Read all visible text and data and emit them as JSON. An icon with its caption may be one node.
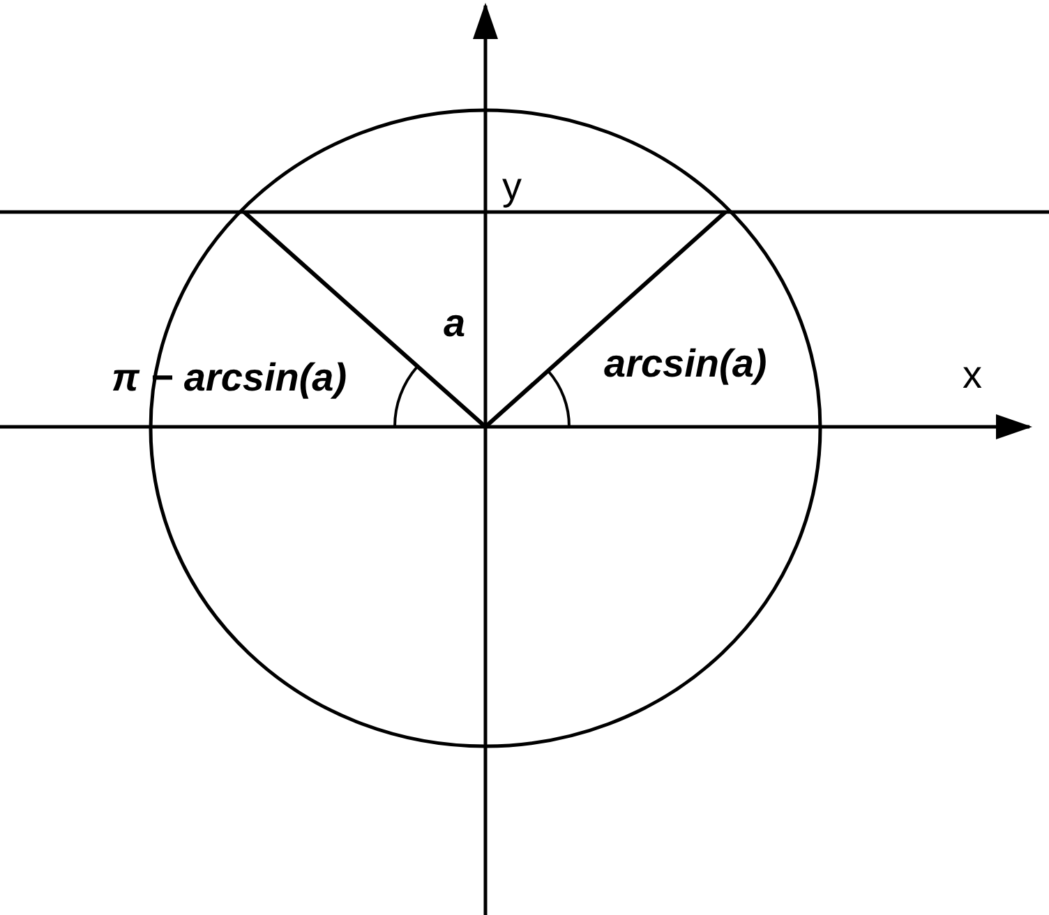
{
  "diagram": {
    "labels": [
      "y",
      "a",
      "π − arcsin(a)",
      "arcsin(a)",
      "x"
    ]
  }
}
